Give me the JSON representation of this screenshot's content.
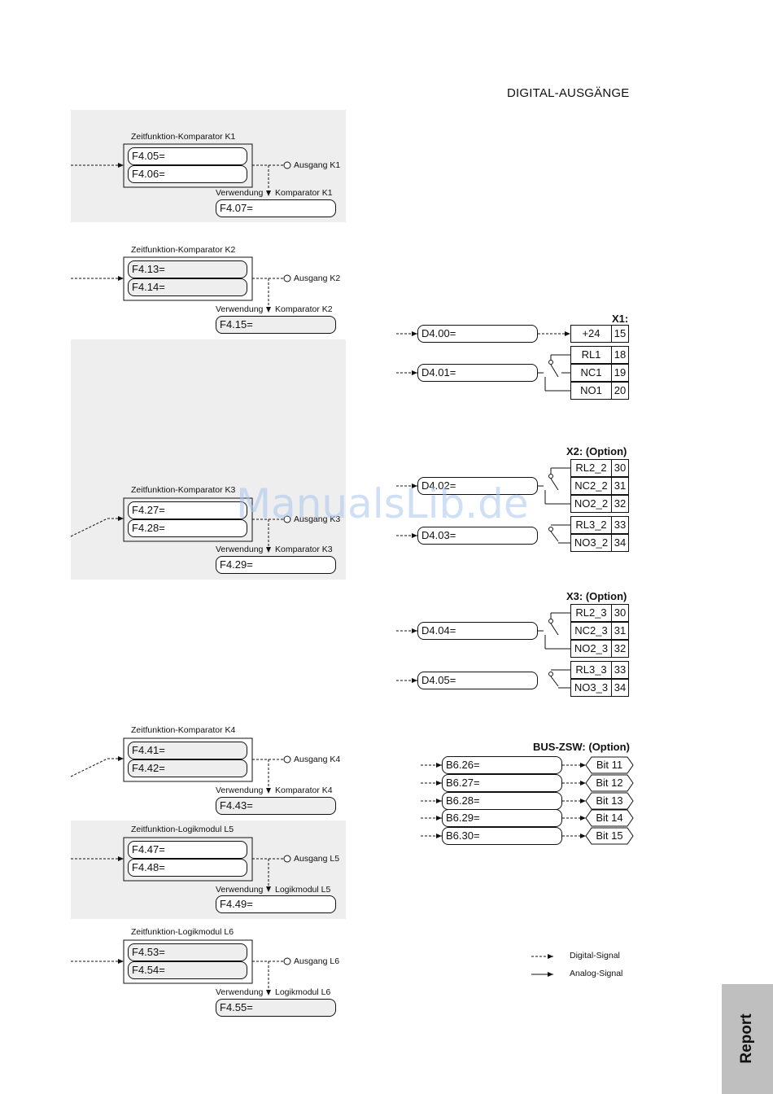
{
  "header": {
    "title": "DIGITAL-AUSGÄNGE"
  },
  "comparators": [
    {
      "title": "Zeitfunktion-Komparator K1",
      "params": [
        "F4.05=",
        "F4.06="
      ],
      "output": "Ausgang K1",
      "use_label": "Verwendung",
      "use_target": "Komparator K1",
      "use_param": "F4.07="
    },
    {
      "title": "Zeitfunktion-Komparator K2",
      "params": [
        "F4.13=",
        "F4.14="
      ],
      "output": "Ausgang K2",
      "use_label": "Verwendung",
      "use_target": "Komparator K2",
      "use_param": "F4.15="
    },
    {
      "title": "Zeitfunktion-Komparator K3",
      "params": [
        "F4.27=",
        "F4.28="
      ],
      "output": "Ausgang K3",
      "use_label": "Verwendung",
      "use_target": "Komparator K3",
      "use_param": "F4.29="
    },
    {
      "title": "Zeitfunktion-Komparator K4",
      "params": [
        "F4.41=",
        "F4.42="
      ],
      "output": "Ausgang K4",
      "use_label": "Verwendung",
      "use_target": "Komparator K4",
      "use_param": "F4.43="
    },
    {
      "title": "Zeitfunktion-Logikmodul L5",
      "params": [
        "F4.47=",
        "F4.48="
      ],
      "output": "Ausgang L5",
      "use_label": "Verwendung",
      "use_target": "Logikmodul L5",
      "use_param": "F4.49="
    },
    {
      "title": "Zeitfunktion-Logikmodul L6",
      "params": [
        "F4.53=",
        "F4.54="
      ],
      "output": "Ausgang L6",
      "use_label": "Verwendung",
      "use_target": "Logikmodul L6",
      "use_param": "F4.55="
    }
  ],
  "x1": {
    "title": "X1:",
    "outputs": [
      "D4.00=",
      "D4.01="
    ],
    "rows": [
      {
        "name": "+24",
        "pin": "15"
      },
      {
        "name": "RL1",
        "pin": "18"
      },
      {
        "name": "NC1",
        "pin": "19"
      },
      {
        "name": "NO1",
        "pin": "20"
      }
    ]
  },
  "x2": {
    "title": "X2: (Option)",
    "outputs": [
      "D4.02=",
      "D4.03="
    ],
    "rows": [
      {
        "name": "RL2_2",
        "pin": "30"
      },
      {
        "name": "NC2_2",
        "pin": "31"
      },
      {
        "name": "NO2_2",
        "pin": "32"
      },
      {
        "name": "RL3_2",
        "pin": "33"
      },
      {
        "name": "NO3_2",
        "pin": "34"
      }
    ]
  },
  "x3": {
    "title": "X3: (Option)",
    "outputs": [
      "D4.04=",
      "D4.05="
    ],
    "rows": [
      {
        "name": "RL2_3",
        "pin": "30"
      },
      {
        "name": "NC2_3",
        "pin": "31"
      },
      {
        "name": "NO2_3",
        "pin": "32"
      },
      {
        "name": "RL3_3",
        "pin": "33"
      },
      {
        "name": "NO3_3",
        "pin": "34"
      }
    ]
  },
  "bus": {
    "title": "BUS-ZSW: (Option)",
    "items": [
      {
        "param": "B6.26=",
        "bit": "Bit 11"
      },
      {
        "param": "B6.27=",
        "bit": "Bit 12"
      },
      {
        "param": "B6.28=",
        "bit": "Bit 13"
      },
      {
        "param": "B6.29=",
        "bit": "Bit 14"
      },
      {
        "param": "B6.30=",
        "bit": "Bit 15"
      }
    ]
  },
  "legend": {
    "digital": "Digital-Signal",
    "analog": "Analog-Signal"
  },
  "side_tab": {
    "label": "Report"
  },
  "watermark": {
    "text": "ManualsLib.de"
  }
}
